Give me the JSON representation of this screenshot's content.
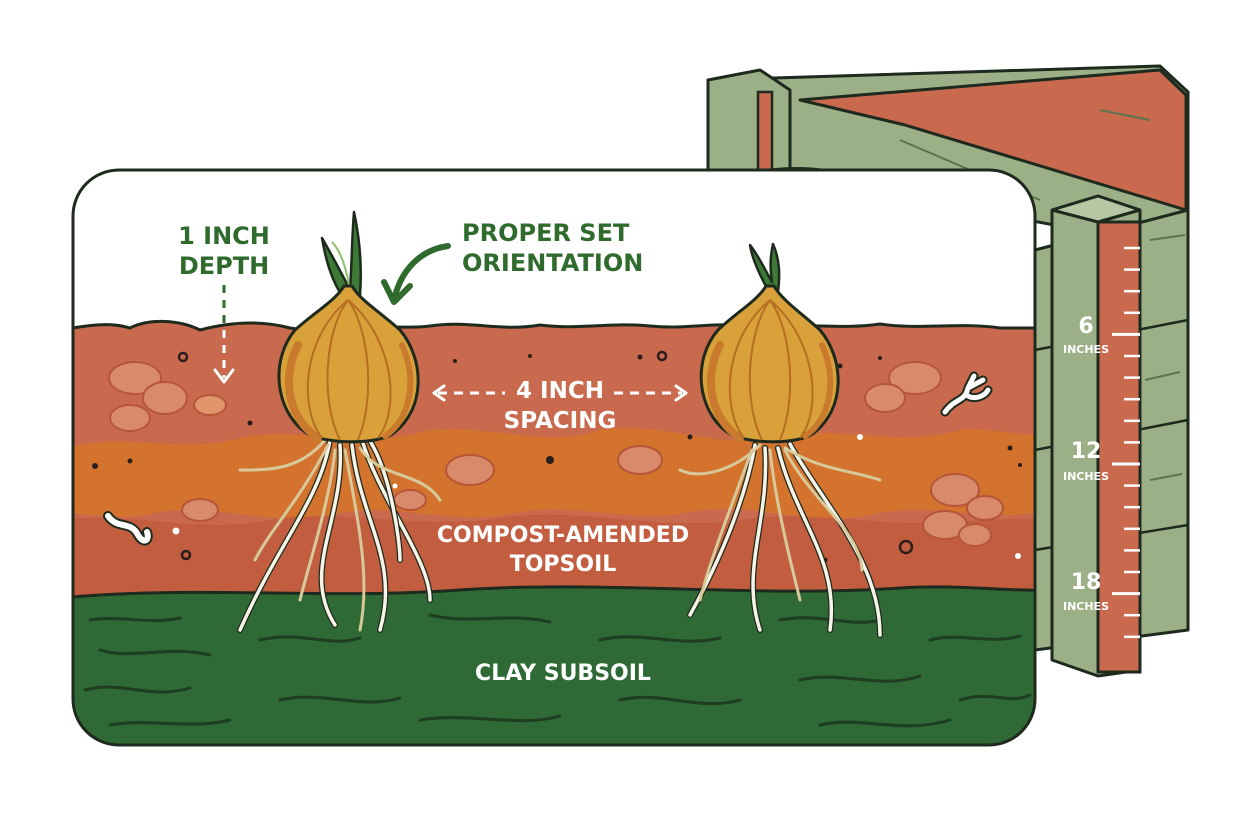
{
  "labels": {
    "depth_line1": "1 INCH",
    "depth_line2": "DEPTH",
    "orientation_line1": "PROPER SET",
    "orientation_line2": "ORIENTATION",
    "spacing_line1": "4 INCH",
    "spacing_line2": "SPACING",
    "topsoil_line1": "COMPOST-AMENDED",
    "topsoil_line2": "TOPSOIL",
    "subsoil": "CLAY SUBSOIL"
  },
  "ruler": {
    "marks": [
      {
        "value": "6",
        "unit": "INCHES"
      },
      {
        "value": "12",
        "unit": "INCHES"
      },
      {
        "value": "18",
        "unit": "INCHES"
      }
    ]
  },
  "colors": {
    "label_green": "#2f6b2c",
    "soil": "#c9694e",
    "soil_orange": "#d4732e",
    "subsoil": "#2f6a36",
    "wood": "#9cb088",
    "wood_dark": "#7e966c",
    "outline": "#1e2a1e",
    "onion": "#d9a13a",
    "onion_shade": "#c97a2c",
    "root": "#f6f3e7",
    "root_alt": "#d7c99a"
  },
  "icons": [
    "onion-bulb-icon",
    "curved-arrow-icon",
    "double-arrow-icon",
    "down-arrow-icon",
    "grub-icon",
    "raised-bed-icon",
    "ruler-icon"
  ]
}
